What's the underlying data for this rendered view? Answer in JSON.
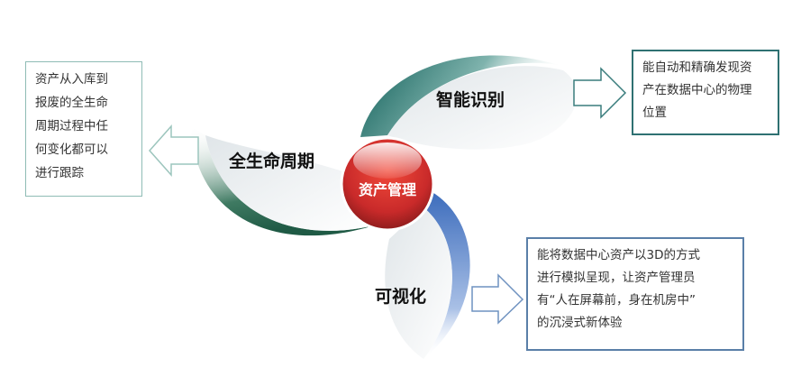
{
  "center": {
    "label": "资产管理"
  },
  "blades": [
    {
      "label": "智能识别",
      "color": "#1e6e68"
    },
    {
      "label": "全生命周期",
      "color": "#2b6a52"
    },
    {
      "label": "可视化",
      "color": "#4a78c0"
    }
  ],
  "boxes": {
    "left": {
      "lines": [
        "资产从入库到",
        "报废的全生命",
        "周期过程中任",
        "何变化都可以",
        "进行跟踪"
      ]
    },
    "top_right": {
      "lines": [
        "能自动和精确发现资",
        "产在数据中心的物理",
        "位置"
      ]
    },
    "bottom_right": {
      "lines": [
        "能将数据中心资产以3D的方式",
        "进行模拟呈现，让资产管理员",
        "有“人在屏幕前，身在机房中”",
        "的沉浸式新体验"
      ]
    }
  }
}
